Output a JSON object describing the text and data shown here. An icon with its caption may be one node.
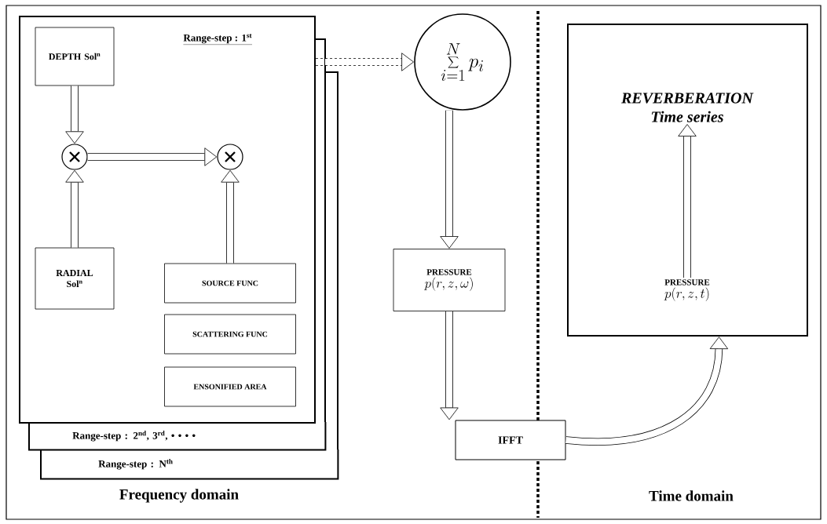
{
  "diagram": {
    "nodes": [
      {
        "text": [
          "Range-step : 1$^{st}$"
        ]
      },
      {
        "text": [
          "DEPTH Sol$^{n}$"
        ],
        "in": 0
      },
      {
        "text": [],
        "shape": "circle",
        "in": 0
      },
      {
        "text": [],
        "shape": "circle",
        "in": 0
      },
      {
        "text": [
          "RADIAL Sol$^{n}$"
        ],
        "in": 0
      },
      {
        "text": [
          "SOURCE FUNC"
        ],
        "in": 0
      },
      {
        "text": [
          "SCATTERING FUNC"
        ],
        "in": 0
      },
      {
        "text": [
          "ENSONIFIED AREA"
        ],
        "in": 0
      },
      {
        "text": [
          "Range-step : 2$^{nd}$, 3$^{rd}$, • • • •"
        ]
      },
      {
        "text": [
          "Range-step : N$^{th}$"
        ]
      },
      {
        "text": [
          "\\sum_{i=1}^{N} p_i"
        ]
      },
      {
        "text": [
          "PRESSURE",
          "p(r,z,\\omega)"
        ]
      },
      {
        "text": [
          "IFFT"
        ]
      },
      {
        "text": [],
        "shape": "box"
      },
      {
        "text": [
          "REVERBERATION",
          "Time series"
        ],
        "in": 13
      },
      {
        "text": [
          "PRESSURE",
          "p(r,z,t)"
        ],
        "in": 13
      }
    ],
    "edges": [
      {
        "from": 1,
        "to": 2,
        "arrow": "to"
      },
      {
        "from": 4,
        "to": 2,
        "arrow": "to"
      },
      {
        "from": 2,
        "to": 3,
        "arrow": "to"
      },
      {
        "from": 5,
        "to": 3,
        "arrow": "to"
      },
      {
        "from": 0,
        "to": 10,
        "arrow": "to",
        "style": "dashed"
      },
      {
        "from": 10,
        "to": 11,
        "arrow": "to"
      },
      {
        "from": 11,
        "to": 12,
        "arrow": "to"
      },
      {
        "from": 12,
        "to": 13,
        "arrow": "to"
      },
      {
        "from": 15,
        "to": 14,
        "arrow": "to"
      }
    ],
    "labels": [
      "Frequency domain",
      "Time domain"
    ]
  }
}
